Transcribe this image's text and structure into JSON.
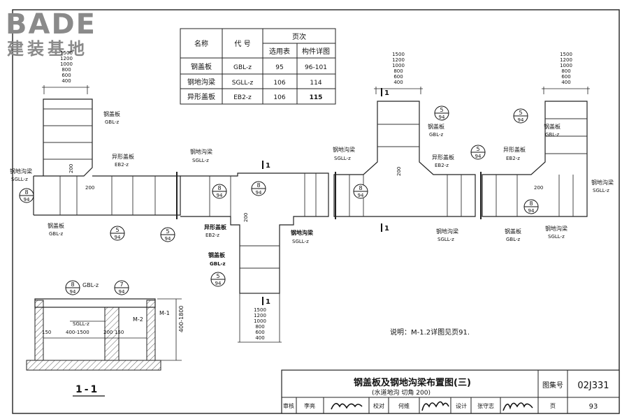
{
  "logo": {
    "latin": "BADE",
    "chinese": "建装基地"
  },
  "ref_table": {
    "headers": [
      "名称",
      "代 号",
      "页次"
    ],
    "sub_headers": [
      "选用表",
      "构件详图"
    ],
    "rows": [
      [
        "钢盖板",
        "GBL-z",
        "95",
        "96-101"
      ],
      [
        "钢地沟梁",
        "SGLL-z",
        "106",
        "114"
      ],
      [
        "异形盖板",
        "EB2-z",
        "106",
        "115"
      ]
    ]
  },
  "widths": [
    "1500",
    "1200",
    "1000",
    "800",
    "600",
    "400"
  ],
  "dims": {
    "d200": "200",
    "d150": "150",
    "span": "400-1500",
    "height": "400-1800"
  },
  "components": {
    "gbl_cn": "钢盖板",
    "gbl_code": "GBL-z",
    "sgll_cn": "钢地沟梁",
    "sgll_code": "SGLL-z",
    "eb2_cn": "异形盖板",
    "eb2_code": "EB2-z"
  },
  "details": {
    "n5": "5",
    "n7": "7",
    "n8": "8",
    "d94": "94"
  },
  "section": {
    "cut": "1",
    "label": "1-1",
    "m1": "M-1",
    "m2": "M-2"
  },
  "note": "说明：M-1.2详图见页91.",
  "title_block": {
    "title": "钢盖板及钢地沟梁布置图(三)",
    "subtitle": "(水道地沟 切角 200)",
    "atlas_label": "图集号",
    "atlas_no": "02J331",
    "review_label": "审核",
    "review_name": "李亮",
    "check_label": "校对",
    "check_name": "何维",
    "design_label": "设计",
    "design_name": "张守志",
    "page_label": "页",
    "page_no": "93"
  }
}
